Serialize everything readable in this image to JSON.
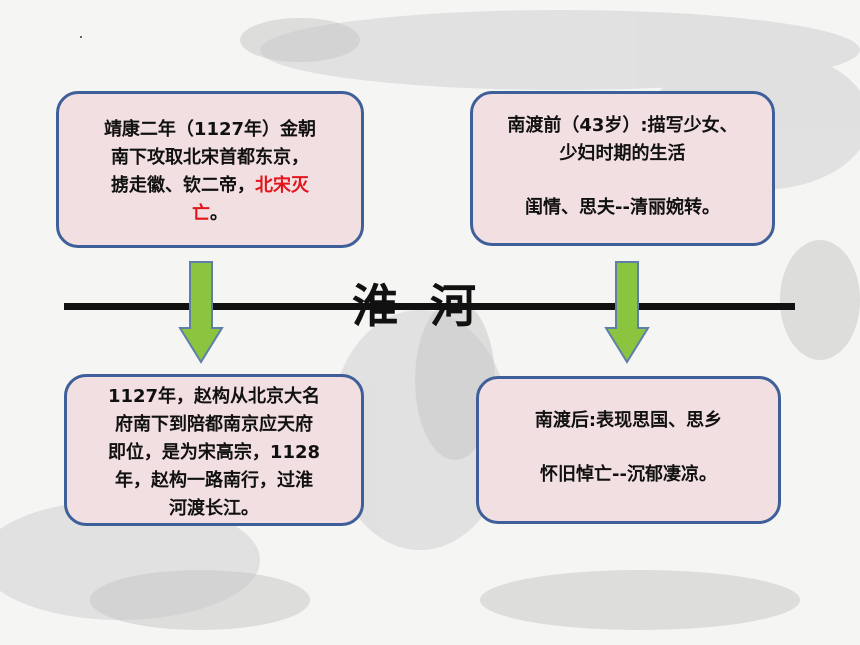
{
  "river": {
    "label": "淮  河"
  },
  "top_left": {
    "lines": [
      "靖康二年（1127年）金朝",
      "南下攻取北宋首都东京，",
      "掳走徽、钦二帝，"
    ],
    "highlight": "北宋灭",
    "last_red": "亡",
    "last_tail": "。"
  },
  "top_right": {
    "lines": [
      "南渡前（43岁）:描写少女、",
      "少妇时期的生活"
    ],
    "summary": "闺情、思夫--清丽婉转。"
  },
  "bottom_left": {
    "lines": [
      "1127年，赵构从北京大名",
      "府南下到陪都南京应天府",
      "即位，是为宋高宗，1128",
      "年，赵构一路南行，过淮",
      "河渡长江。"
    ]
  },
  "bottom_right": {
    "line1": "南渡后:表现思国、思乡",
    "line2": "怀旧悼亡--沉郁凄凉。"
  },
  "colors": {
    "box_fill": "#f2dfe1",
    "box_border": "#3f5f9a",
    "arrow_fill": "#8bc540",
    "arrow_border": "#5f7ea8",
    "highlight": "#e3141b"
  }
}
